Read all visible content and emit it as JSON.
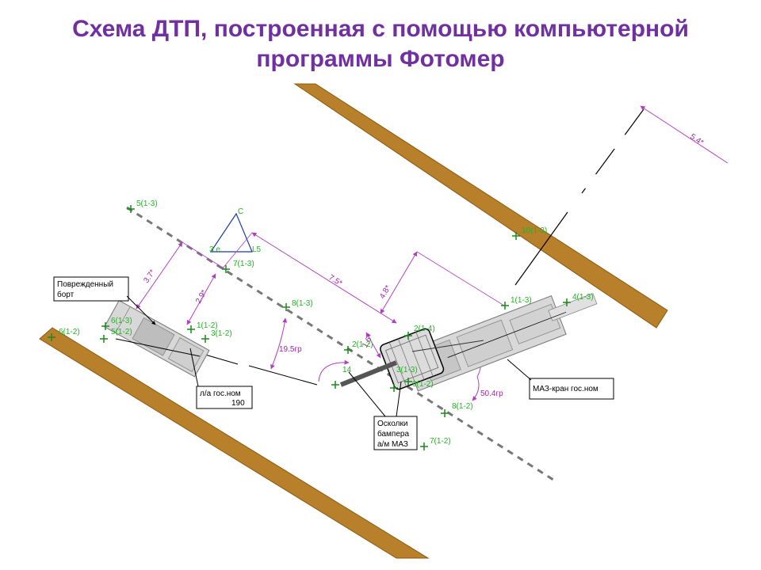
{
  "title": {
    "line1": "Схема ДТП, построенная с помощью компьютерной",
    "line2": "программы Фотомер"
  },
  "colors": {
    "title": "#7030a0",
    "road_edge": "#b8802a",
    "dimension": "#b040c0",
    "point": "#1a8a1a",
    "point_label": "#22b422",
    "vehicle_fill": "#d8d8d8"
  },
  "callouts": {
    "damaged_side": [
      "Поврежденный",
      "борт"
    ],
    "car_plate": [
      "л/а гос.ном",
      "190"
    ],
    "debris": [
      "Осколки",
      "бампера",
      "а/м МАЗ"
    ],
    "truck": [
      "МАЗ-кран гос.ном"
    ]
  },
  "dimensions": {
    "d_5_4": "5.4*",
    "d_3_7": "3.7*",
    "d_2_9": "2.9*",
    "d_7_5": "7.5*",
    "d_4_8": "4.8*",
    "d_1_6": "1.6*",
    "a_19_5": "19.5гр",
    "a_50_4": "50.4гр"
  },
  "triangle": {
    "apex": "C",
    "left": "3.e",
    "right": "L5"
  },
  "points": {
    "p5_13": "5(1-3)",
    "p6_12": "6(1-2)",
    "p7_13": "7(1-3)",
    "p8_13": "8(1-3)",
    "p10_13": "10(1-3)",
    "p1_13": "1(1-3)",
    "p4_13": "4(1-3)",
    "p2_14": "2(1-4)",
    "p2_12": "2(1-2)",
    "p1_12": "1(1-2)",
    "p3_12": "3(1-2)",
    "p8_12": "8(1-2)",
    "p7_12": "7(1-2)",
    "p6_13": "6(1-3)",
    "p5_12": "5(1-2)",
    "p14": "14",
    "p3": "3(1-3)",
    "p9": "9(1-2)"
  }
}
